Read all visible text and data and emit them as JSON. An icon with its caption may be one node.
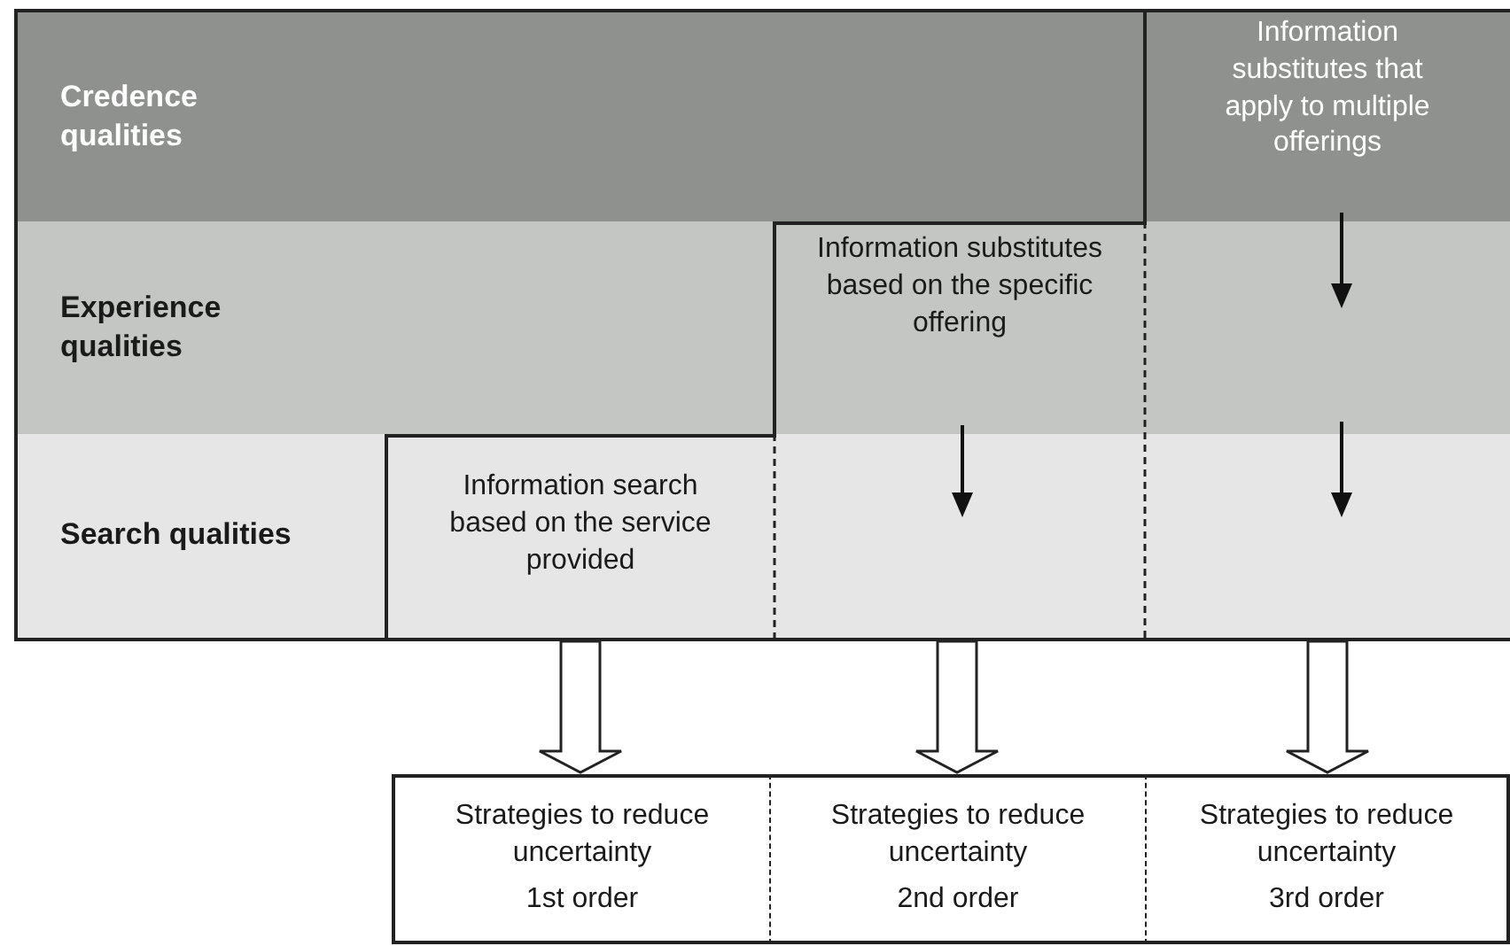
{
  "diagram": {
    "nodes": [
      {
        "text": [
          "Credence qualities"
        ]
      },
      {
        "text": [
          "Experience qualities"
        ]
      },
      {
        "text": [
          "Search qualities"
        ]
      },
      {
        "text": [
          "Information search based on the service provided"
        ],
        "in": 2
      },
      {
        "text": [
          "Information substitutes based on the specific offering"
        ]
      },
      {
        "text": [
          "Information substitutes that apply to multiple offerings"
        ]
      },
      {
        "text": [
          "Strategies to reduce uncertainty",
          "1st order"
        ]
      },
      {
        "text": [
          "Strategies to reduce uncertainty",
          "2nd order"
        ]
      },
      {
        "text": [
          "Strategies to reduce uncertainty",
          "3rd order"
        ]
      }
    ],
    "edges": [
      {
        "from": 3,
        "to": 6,
        "arrow": "to"
      },
      {
        "from": 4,
        "to": 7,
        "arrow": "to"
      },
      {
        "from": 5,
        "to": 8,
        "arrow": "to"
      }
    ]
  }
}
